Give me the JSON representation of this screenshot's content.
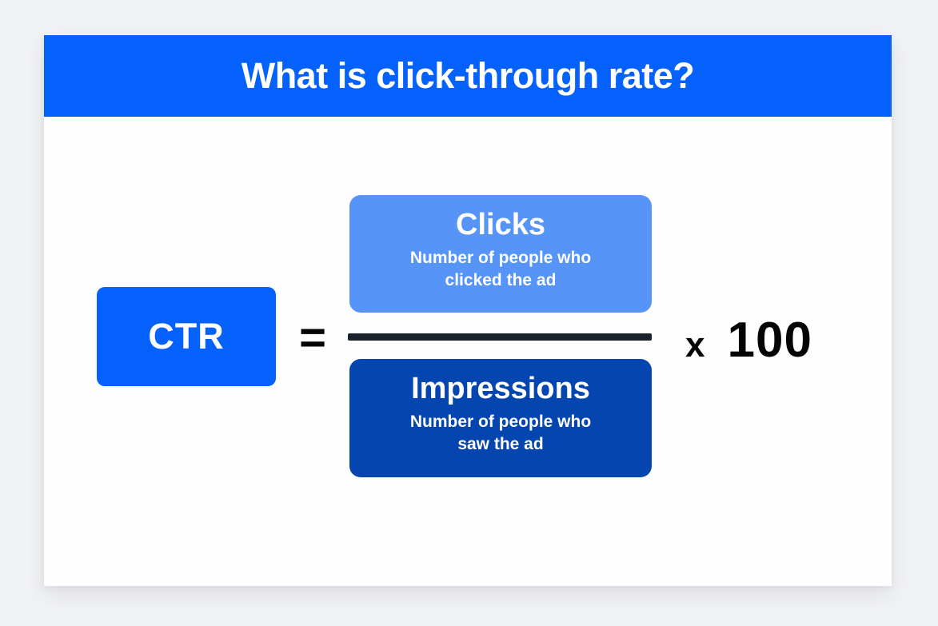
{
  "page": {
    "background_color": "#f1f2f5",
    "card_color": "#fefefe"
  },
  "header": {
    "title": "What is click-through rate?",
    "background_color": "#0561fb",
    "text_color": "#ffffff"
  },
  "formula": {
    "result": {
      "label": "CTR",
      "color": "#0561fb"
    },
    "equals_sign": "=",
    "numerator": {
      "title": "Clicks",
      "description": "Number of people who\nclicked the ad",
      "color": "#5794f8"
    },
    "fraction_bar_color": "#1a202c",
    "denominator": {
      "title": "Impressions",
      "description": "Number of people who\nsaw the ad",
      "color": "#0445af"
    },
    "multiply_sign": "x",
    "multiplier": "100"
  }
}
